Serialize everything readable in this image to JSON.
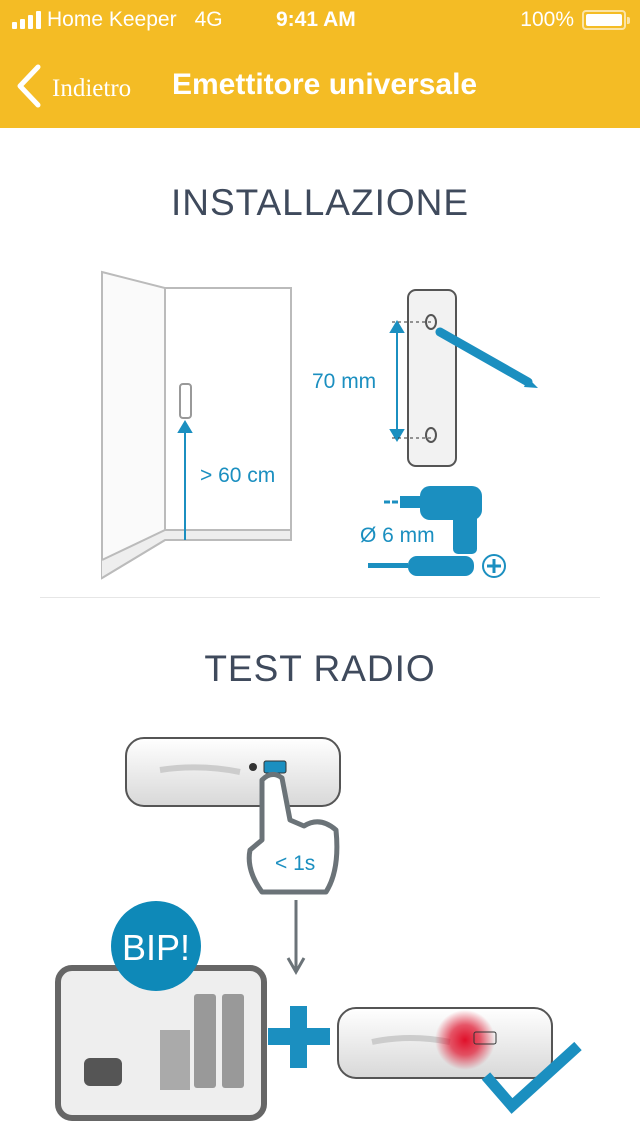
{
  "status": {
    "carrier": "Home Keeper",
    "network": "4G",
    "time": "9:41 AM",
    "battery": "100%"
  },
  "nav": {
    "back_label": "Indietro",
    "title": "Emettitore universale"
  },
  "installation": {
    "heading": "INSTALLAZIONE",
    "height_label": "> 60 cm",
    "spacing_label": "70 mm",
    "drill_label": "Ø 6 mm"
  },
  "test": {
    "heading": "TEST RADIO",
    "press_label": "< 1s",
    "beep_label": "BIP!"
  },
  "colors": {
    "header": "#f4bc25",
    "accent": "#1b8fc0",
    "heading": "#3f4a5c"
  }
}
